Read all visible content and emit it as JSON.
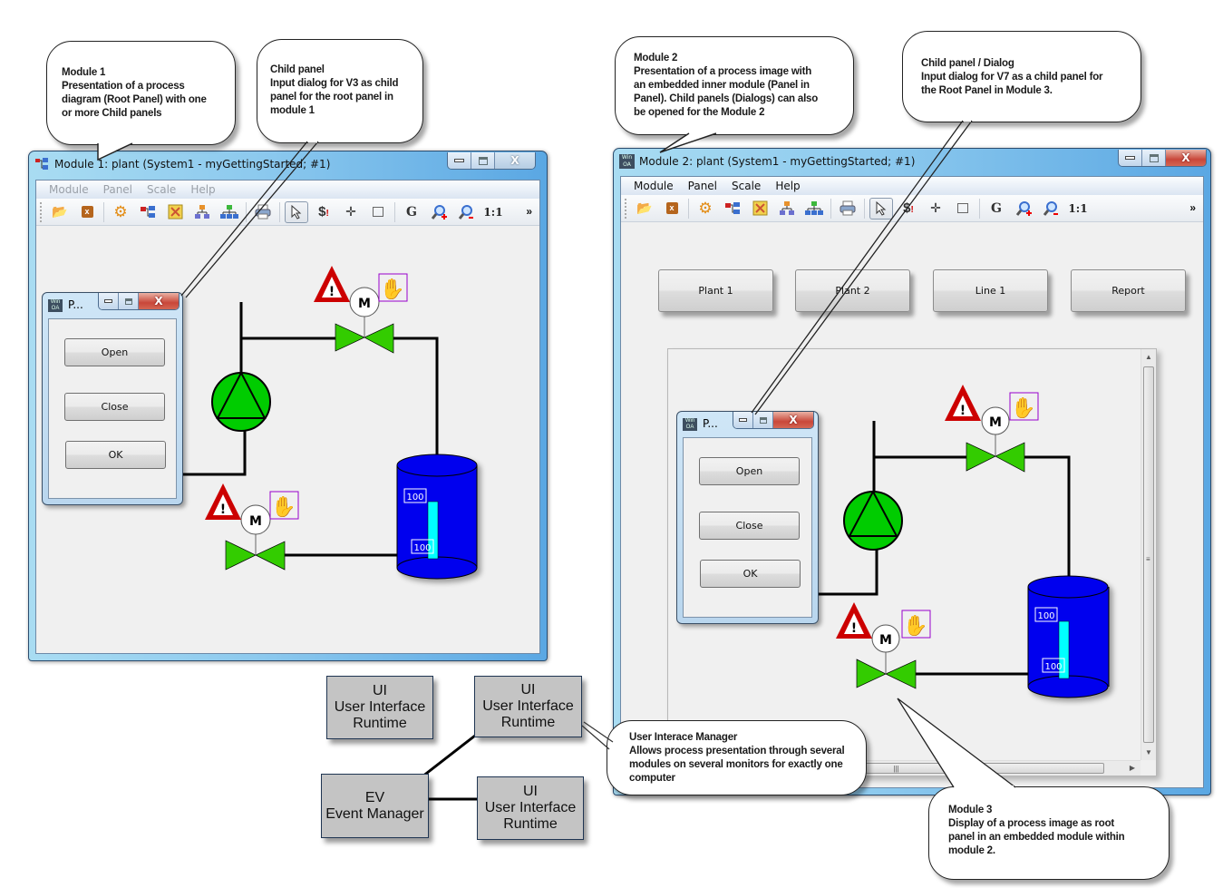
{
  "callouts": {
    "module1": "Module 1\nPresentation of a process\ndiagram (Root Panel) with one\nor more Child panels",
    "child_panel": "Child panel\nInput dialog for V3 as child\npanel for the root panel in\nmodule 1",
    "module2": "Module 2\nPresentation of a process image with\nan embedded inner module (Panel in\nPanel).  Child panels (Dialogs) can also\nbe opened for the Module 2",
    "child_panel_dialog": "Child panel / Dialog\nInput dialog for V7 as a child panel for\nthe Root Panel in Module 3.",
    "ui_manager": "User Interace Manager\nAllows process presentation through several\nmodules on several monitors for exactly one\ncomputer",
    "module3": "Module 3\nDisplay of a process image as root\npanel in an embedded module within\nmodule 2."
  },
  "window1": {
    "title": "Module 1: plant (System1 - myGettingStarted; #1)",
    "menu": [
      "Module",
      "Panel",
      "Scale",
      "Help"
    ],
    "toolbar_icons": [
      "open-folder-icon",
      "close-panel-icon",
      "run-gear-icon",
      "panel-tree-icon",
      "tools-icon",
      "hierarchy-orange-icon",
      "hierarchy-green-icon",
      "print-icon",
      "pointer-icon",
      "alert-cursor-icon",
      "move-icon",
      "crop-icon",
      "graphic-g-icon",
      "zoom-in-icon",
      "zoom-out-icon",
      "zoom-1to1-icon"
    ],
    "zoom_1to1_label": "1:1",
    "more_label": "»"
  },
  "window2": {
    "title": "Module 2: plant (System1 - myGettingStarted; #1)",
    "menu": [
      "Module",
      "Panel",
      "Scale",
      "Help"
    ],
    "zoom_1to1_label": "1:1",
    "more_label": "»",
    "nav_buttons": [
      "Plant 1",
      "Plant 2",
      "Line 1",
      "Report"
    ]
  },
  "dialog": {
    "title": "P...",
    "buttons": [
      "Open",
      "Close",
      "OK"
    ]
  },
  "process": {
    "motor_label": "M",
    "tank_top_value": "100",
    "tank_bottom_value": "100",
    "tank_level_fraction": 1.0,
    "colors": {
      "valve": "#33cc00",
      "pump": "#00cc00",
      "tank": "#0000ee",
      "level": "#00ffff",
      "alert": "#cc0000",
      "hand": "#ffff00",
      "hand_frame": "#9900cc"
    }
  },
  "architecture": {
    "ui_boxes": [
      {
        "line1": "UI",
        "line2": "User Interface",
        "line3": "Runtime"
      },
      {
        "line1": "UI",
        "line2": "User Interface",
        "line3": "Runtime"
      },
      {
        "line1": "UI",
        "line2": "User Interface",
        "line3": "Runtime"
      }
    ],
    "ev_box": {
      "line1": "EV",
      "line2": "Event Manager"
    }
  }
}
